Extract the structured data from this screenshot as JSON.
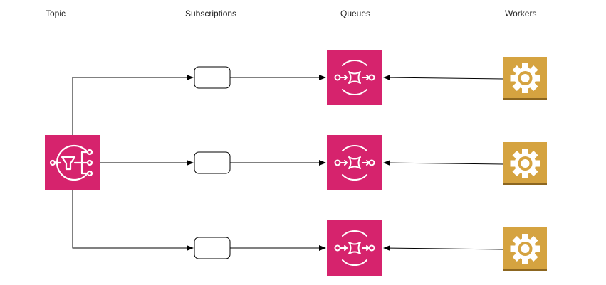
{
  "columns": {
    "topic": "Topic",
    "subscriptions": "Subscriptions",
    "queues": "Queues",
    "workers": "Workers"
  },
  "nodes": {
    "topic": {
      "icon": "sns-topic-icon"
    },
    "subscriptions": [
      {
        "label": ""
      },
      {
        "label": ""
      },
      {
        "label": ""
      }
    ],
    "queues": [
      {
        "icon": "sqs-queue-icon"
      },
      {
        "icon": "sqs-queue-icon"
      },
      {
        "icon": "sqs-queue-icon"
      }
    ],
    "workers": [
      {
        "icon": "gear-icon"
      },
      {
        "icon": "gear-icon"
      },
      {
        "icon": "gear-icon"
      }
    ]
  },
  "colors": {
    "sns": "#d6236d",
    "sqs": "#d6236d",
    "worker": "#d5a340",
    "worker_dark": "#8c6620",
    "line": "#000000"
  }
}
